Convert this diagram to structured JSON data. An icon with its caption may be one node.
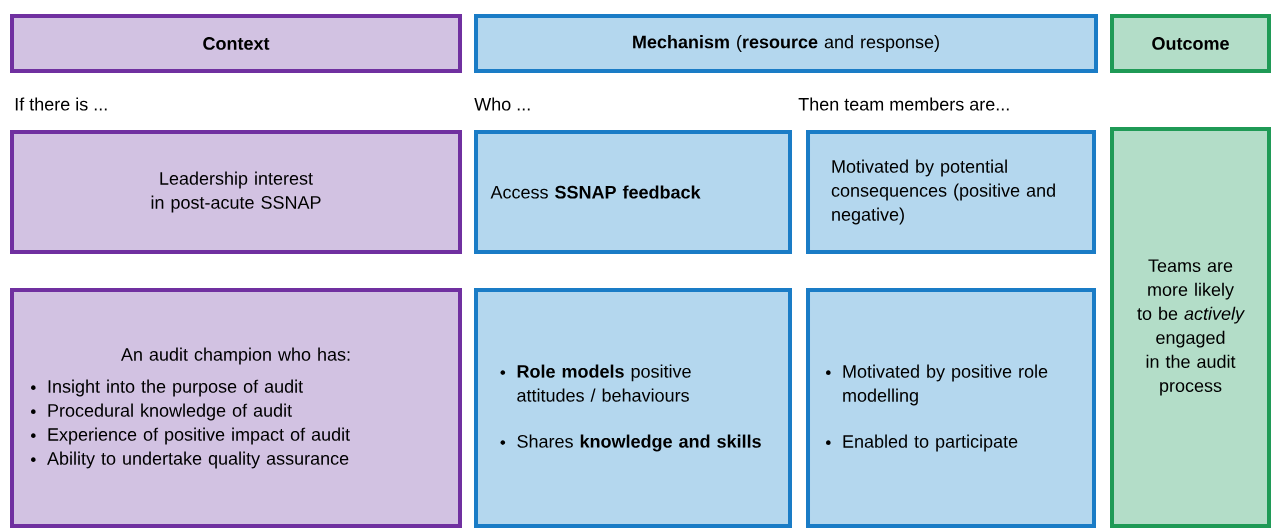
{
  "diagram": {
    "nodes": [
      {
        "text": [
          "Context"
        ]
      },
      {
        "text": [
          "**Mechanism** (**resource** and response)"
        ]
      },
      {
        "text": [
          "Outcome"
        ]
      },
      {
        "text": [
          "Leadership interest in post-acute SSNAP"
        ]
      },
      {
        "text": [
          "Access **SSNAP feedback**"
        ]
      },
      {
        "text": [
          "Motivated by potential consequences (positive and negative)"
        ]
      },
      {
        "text": [
          "Teams are more likely to be *actively* engaged in the audit process"
        ]
      },
      {
        "text": [
          "An audit champion who has:",
          "Insight into the purpose of audit",
          "Procedural knowledge of audit",
          "Experience of positive impact of audit",
          "Ability to undertake quality assurance"
        ]
      },
      {
        "text": [
          "**Role models** positive attitudes / behaviours",
          "Shares **knowledge and skills**"
        ]
      },
      {
        "text": [
          "Motivated by positive role modelling",
          "Enabled to participate"
        ]
      }
    ],
    "labels": [
      "If there is ...",
      "Who ...",
      "Then team members are..."
    ]
  }
}
